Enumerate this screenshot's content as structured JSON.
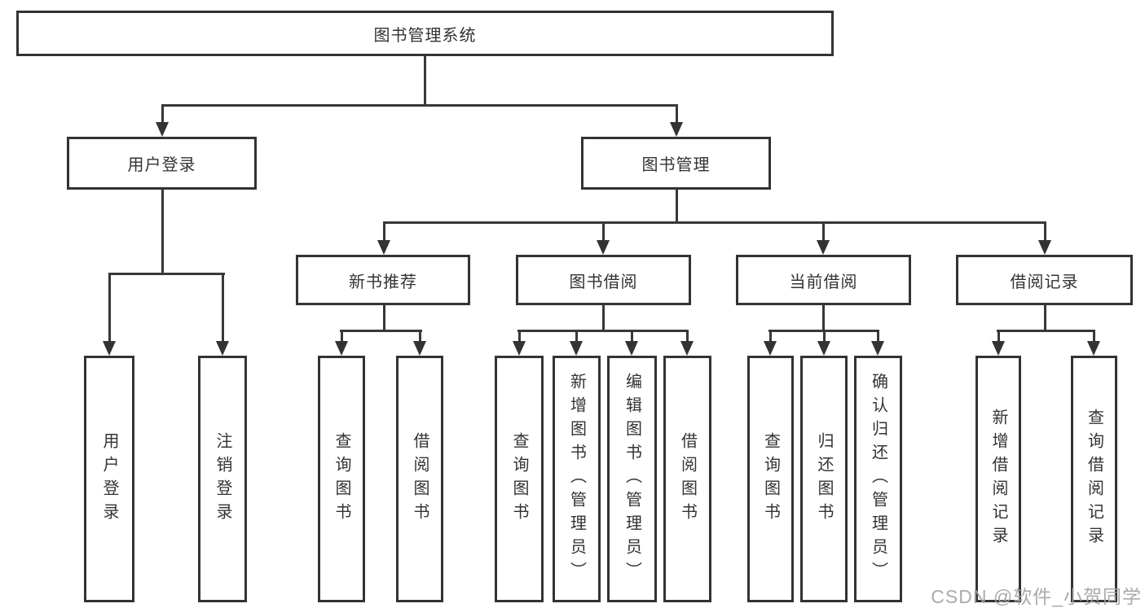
{
  "tree": {
    "root": {
      "label": "图书管理系统"
    },
    "branches": [
      {
        "label": "用户登录",
        "children": [
          {
            "label": "用户登录"
          },
          {
            "label": "注销登录"
          }
        ]
      },
      {
        "label": "图书管理",
        "children": [
          {
            "label": "新书推荐",
            "children": [
              {
                "label": "查询图书"
              },
              {
                "label": "借阅图书"
              }
            ]
          },
          {
            "label": "图书借阅",
            "children": [
              {
                "label": "查询图书"
              },
              {
                "label": "新增图书（管理员）"
              },
              {
                "label": "编辑图书（管理员）"
              },
              {
                "label": "借阅图书"
              }
            ]
          },
          {
            "label": "当前借阅",
            "children": [
              {
                "label": "查询图书"
              },
              {
                "label": "归还图书"
              },
              {
                "label": "确认归还（管理员）"
              }
            ]
          },
          {
            "label": "借阅记录",
            "children": [
              {
                "label": "新增借阅记录"
              },
              {
                "label": "查询借阅记录"
              }
            ]
          }
        ]
      }
    ]
  },
  "watermark": {
    "text": "CSDN @软件_小贺同学"
  },
  "colors": {
    "line": "#383838",
    "border": "#333333",
    "text": "#333333",
    "watermark_text": "#a3a3a3",
    "background": "#ffffff"
  }
}
